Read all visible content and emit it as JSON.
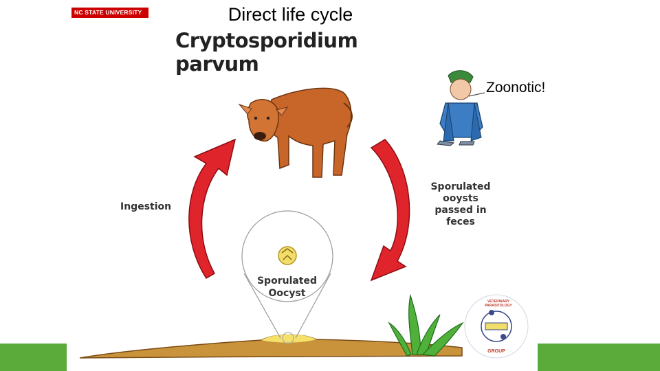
{
  "header": {
    "logo_text": "NC STATE UNIVERSITY",
    "title": "Direct life cycle",
    "subtitle": "Cryptosporidium parvum"
  },
  "annotation": {
    "zoonotic": "Zoonotic!"
  },
  "diagram": {
    "labels": {
      "ingestion": "Ingestion",
      "sporulated_line1": "Sporulated",
      "sporulated_line2": "ooysts",
      "sporulated_line3": "passed in",
      "sporulated_line4": "feces",
      "oocyst_line1": "Sporulated",
      "oocyst_line2": "Oocyst"
    },
    "icons": [
      "calf-illustration",
      "man-in-robe-illustration",
      "red-curved-arrow-left",
      "red-curved-arrow-right",
      "oocyst-icon",
      "grass-icon",
      "ground-feces-icon"
    ]
  },
  "seal": {
    "text_top": "VETERINARY PARASITOLOGY",
    "text_bottom": "GROUP"
  },
  "colors": {
    "accent_red": "#cc0000",
    "arrow_red": "#e0242b",
    "bar_green": "#5aab3a",
    "calf_brown": "#c8662a"
  }
}
